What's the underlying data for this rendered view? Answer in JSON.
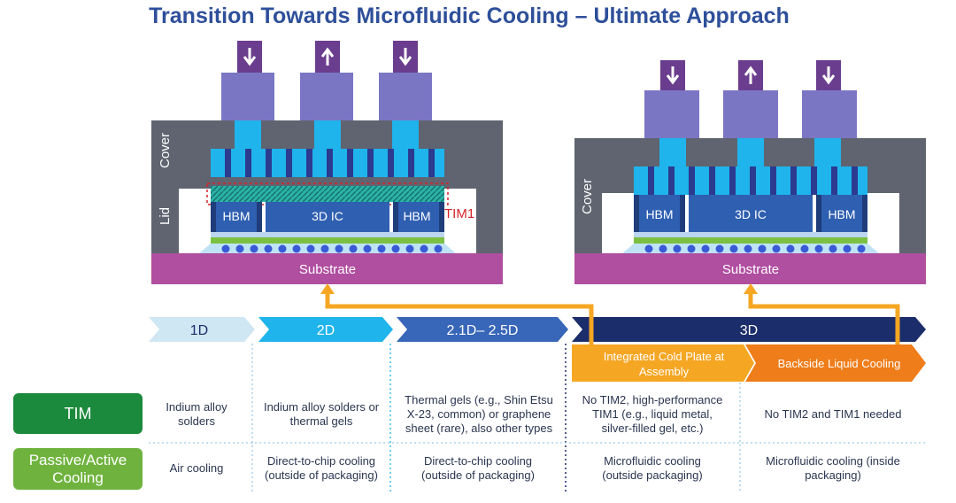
{
  "title": "Transition Towards Microfluidic Cooling – Ultimate Approach",
  "left_package": {
    "cover": "Cover",
    "lid": "Lid",
    "hbm_left": "HBM",
    "die": "3D IC",
    "hbm_right": "HBM",
    "tim1": "TIM1",
    "substrate": "Substrate"
  },
  "right_package": {
    "cover": "Cover",
    "hbm_left": "HBM",
    "die": "3D IC",
    "hbm_right": "HBM",
    "substrate": "Substrate"
  },
  "stages": [
    "1D",
    "2D",
    "2.1D– 2.5D",
    "3D"
  ],
  "approaches": [
    "Integrated Cold Plate at Assembly",
    "Backside Liquid Cooling"
  ],
  "rows": {
    "tim": {
      "label": "TIM",
      "cells": [
        "Indium alloy solders",
        "Indium alloy solders or thermal gels",
        "Thermal gels (e.g., Shin Etsu X-23, common) or graphene sheet (rare), also other types",
        "No TIM2, high-performance TIM1 (e.g., liquid metal, silver-filled gel, etc.)",
        "No TIM2 and TIM1 needed"
      ]
    },
    "cooling": {
      "label": "Passive/Active Cooling",
      "cells": [
        "Air cooling",
        "Direct-to-chip cooling (outside of packaging)",
        "Direct-to-chip cooling (outside of packaging)",
        "Microfluidic cooling (outside packaging)",
        "Microfluidic cooling (inside packaging)"
      ]
    }
  },
  "colors": {
    "title": "#2e4f9a",
    "cover": "#5f6470",
    "purple": "#7b76c4",
    "arrow_box": "#6b3d8e",
    "cyan": "#1fb4ec",
    "die": "#2f5fb1",
    "die_dark": "#1f3d7a",
    "substrate": "#b04ea0",
    "green_layer": "#7bc043",
    "orange": "#f5a623",
    "orange_dark": "#ee7d1a",
    "tim_label": "#1c8a3c",
    "cooling_label": "#6fb33e"
  }
}
